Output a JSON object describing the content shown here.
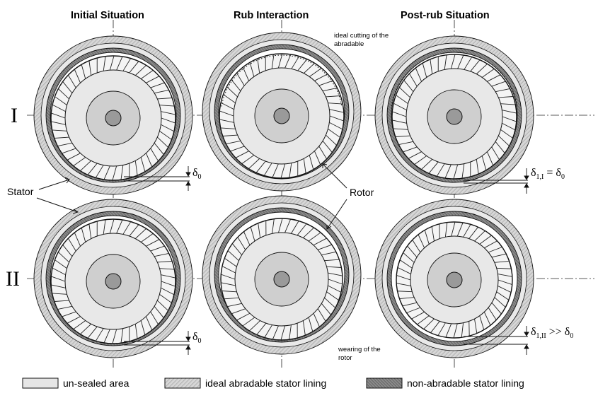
{
  "columns": {
    "initial": "Initial Situation",
    "rub": "Rub Interaction",
    "post": "Post-rub Situation"
  },
  "rows": {
    "one": "I",
    "two": "II"
  },
  "annotations": {
    "ideal_cutting_line1": "ideal cutting of the",
    "ideal_cutting_line2": "abradable",
    "wearing_line1": "wearing of the",
    "wearing_line2": "rotor",
    "stator": "Stator",
    "rotor": "Rotor"
  },
  "gaps": {
    "delta": "δ",
    "sub0": "0",
    "sub1I": "1,I",
    "sub1II": "1,II",
    "eq": " = ",
    "gg": " >> "
  },
  "legend": {
    "unsealed": "un-sealed area",
    "abradable": "ideal abradable stator lining",
    "nonabradable": "non-abradable stator lining"
  },
  "colors": {
    "light_fill": "#e6e6e6",
    "hatch_light": "#bdbdbd",
    "hatch_dark": "#555555",
    "stroke": "#111111"
  }
}
